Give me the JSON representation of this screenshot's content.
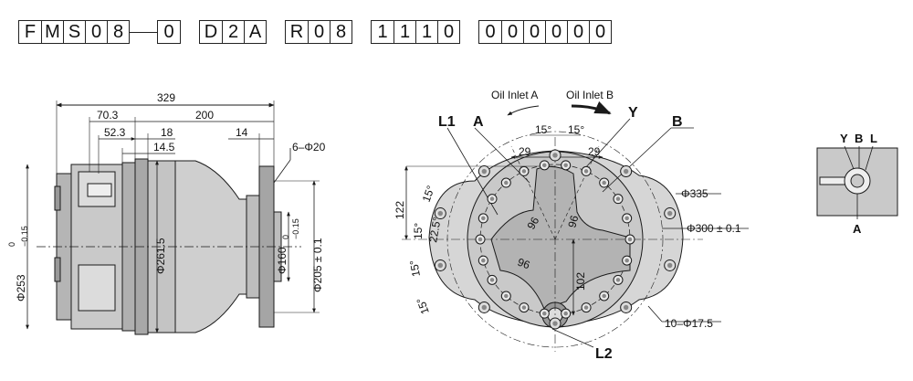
{
  "model_code": {
    "groups": [
      {
        "chars": [
          "F",
          "M",
          "S",
          "0",
          "8"
        ]
      },
      {
        "chars": [
          "0"
        ]
      },
      {
        "chars": [
          "D",
          "2",
          "A"
        ]
      },
      {
        "chars": [
          "R",
          "0",
          "8"
        ]
      },
      {
        "chars": [
          "1",
          "1",
          "1",
          "0"
        ]
      },
      {
        "chars": [
          "0",
          "0",
          "0",
          "0",
          "0",
          "0"
        ]
      }
    ]
  },
  "side_view": {
    "overall_length": "329",
    "dim_70_3": "70.3",
    "dim_200": "200",
    "dim_52_3": "52.3",
    "dim_18": "18",
    "dim_14_5": "14.5",
    "dim_14": "14",
    "holes": "6–Φ20",
    "dia_housing": "Φ261.5",
    "dia_flange_main": "Φ253",
    "dia_flange_tol_upper": "0",
    "dia_flange_tol_lower": "−0.15",
    "dia_pilot_main": "Φ160",
    "dia_pilot_tol_upper": "0",
    "dia_pilot_tol_lower": "−0.15",
    "dia_bolt_circle": "Φ205 ± 0.1"
  },
  "front_view": {
    "oil_inlet_a": "Oil Inlet A",
    "oil_inlet_b": "Oil Inlet B",
    "port_l1": "L1",
    "port_a": "A",
    "port_y": "Y",
    "port_b": "B",
    "port_l2": "L2",
    "angle_15": "15°",
    "dim_29": "29",
    "dim_122": "122",
    "angle_22_5": "22.5°",
    "dim_96": "96",
    "dim_102": "102",
    "dia_335": "Φ335",
    "dia_300": "Φ300 ± 0.1",
    "holes_10": "10–Φ17.5"
  },
  "port_detail": {
    "label_y": "Y",
    "label_b": "B",
    "label_l": "L",
    "label_a": "A"
  },
  "colors": {
    "line": "#1a1a1a",
    "body_fill": "#c9c9c9",
    "dark_fill": "#a8a8a8",
    "light_fill": "#dcdcdc"
  }
}
